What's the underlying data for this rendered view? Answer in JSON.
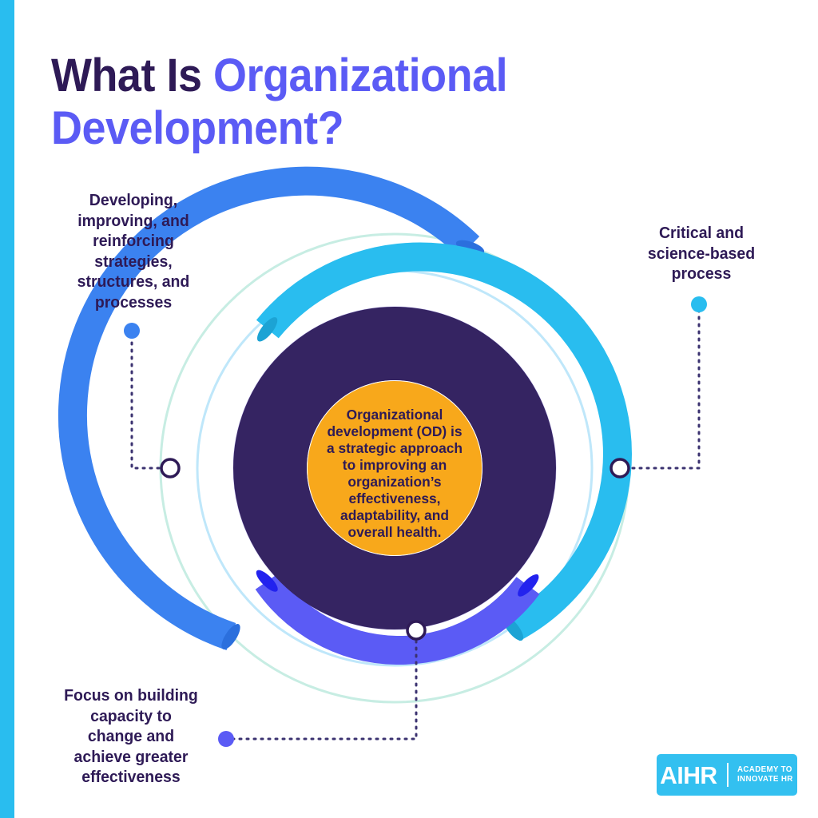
{
  "page": {
    "background": "#FFFFFF",
    "accent_bar_color": "#29BDEF"
  },
  "title": {
    "line1_plain": "What Is ",
    "line1_highlight": "Organizational",
    "line2": "Development?",
    "plain_color": "#2E1A56",
    "highlight_color": "#5B5BF5"
  },
  "center": {
    "text": "Organizational development (OD) is a strategic approach to improving an organization’s effectiveness, adaptability, and overall health.",
    "lines": [
      "Organizational",
      "development (OD) is",
      "a strategic approach",
      "to improving an",
      "organization’s",
      "effectiveness,",
      "adaptability, and",
      "overall health."
    ],
    "fill_color": "#F8A81B",
    "text_color": "#2E1A56"
  },
  "gear": {
    "teeth": 12,
    "color": "#352462",
    "icon": "gear-icon"
  },
  "callouts": [
    {
      "id": "strategies",
      "text": "Developing, improving, and reinforcing strategies, structures, and processes",
      "lines": [
        "Developing,",
        "improving, and",
        "reinforcing",
        "strategies,",
        "structures, and",
        "processes"
      ],
      "dot_color": "#3B82F0",
      "arc_color": "#3B82F0",
      "position": "left-top"
    },
    {
      "id": "critical",
      "text": "Critical and science-based process",
      "lines": [
        "Critical and",
        "science-based",
        "process"
      ],
      "dot_color": "#29BDEF",
      "arc_color": "#29BDEF",
      "position": "right-top"
    },
    {
      "id": "capacity",
      "text": "Focus on building capacity to change and achieve greater effectiveness",
      "lines": [
        "Focus on building",
        "capacity to",
        "change and",
        "achieve greater",
        "effectiveness"
      ],
      "dot_color": "#5B5BF5",
      "arc_color": "#5B5BF5",
      "position": "bottom-left"
    }
  ],
  "rings": {
    "outer_arc_color": "#3B82F0",
    "middle_arc_color": "#29BDEF",
    "inner_arc_color": "#5B5BF5",
    "guide_outer_color": "#C7EDE3",
    "guide_middle_color": "#BFE7FA",
    "guide_inner_color": "#CFCAF7",
    "marker_fill": "#FFFFFF",
    "marker_stroke": "#2E1A56",
    "connector_color": "#3B3270"
  },
  "logo": {
    "mark": "AIHR",
    "tagline_line1": "ACADEMY TO",
    "tagline_line2": "INNOVATE HR",
    "background": "#33C0F0",
    "text_color": "#FFFFFF"
  }
}
